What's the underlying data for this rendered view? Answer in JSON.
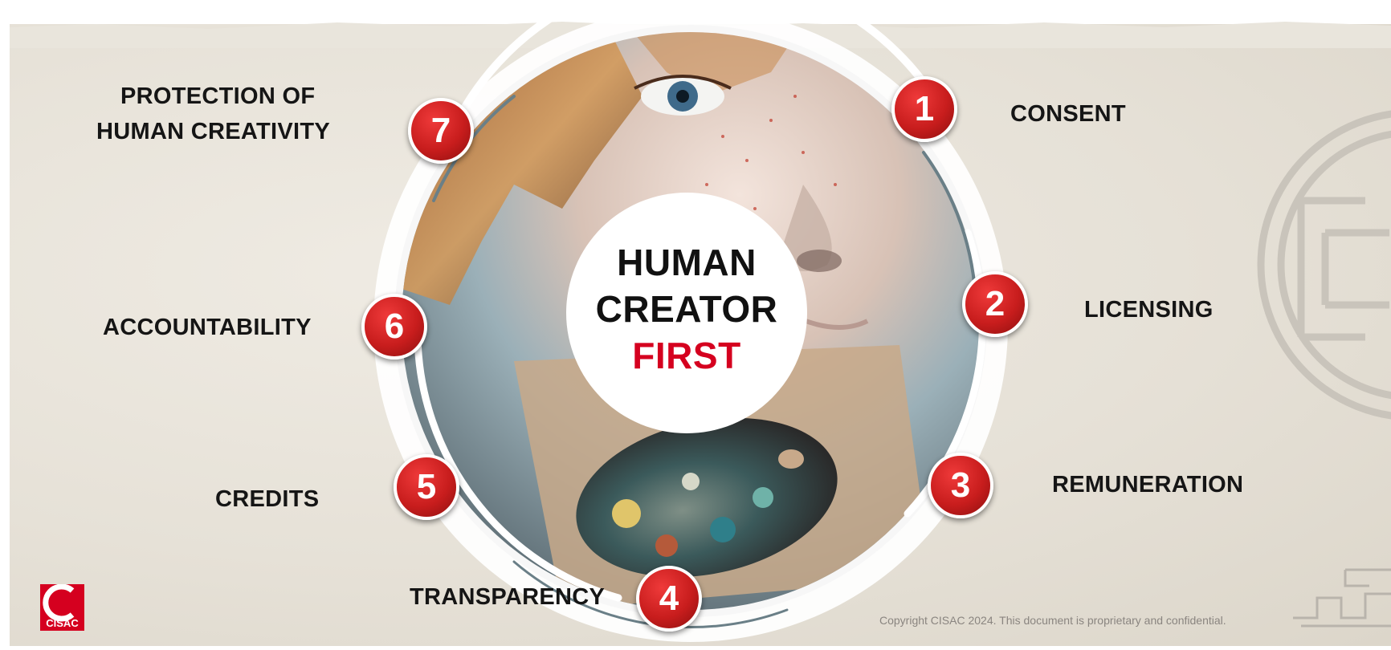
{
  "center": {
    "line1": "HUMAN",
    "line2": "CREATOR",
    "line3": "FIRST"
  },
  "principles": [
    {
      "number": "1",
      "label": "CONSENT"
    },
    {
      "number": "2",
      "label": "LICENSING"
    },
    {
      "number": "3",
      "label": "REMUNERATION"
    },
    {
      "number": "4",
      "label": "TRANSPARENCY"
    },
    {
      "number": "5",
      "label": "CREDITS"
    },
    {
      "number": "6",
      "label": "ACCOUNTABILITY"
    },
    {
      "number": "7",
      "label_line1": "PROTECTION OF",
      "label_line2": "HUMAN CREATIVITY"
    }
  ],
  "logo": {
    "text": "CISAC"
  },
  "footer": {
    "copyright": "Copyright CISAC 2024. This document is proprietary and confidential."
  },
  "colors": {
    "accent": "#d5001f",
    "badge": "#c81d1d",
    "paper": "#e6e1d7",
    "text": "#151515"
  },
  "icons": [
    "cisac-logo-icon",
    "decorative-knot-icon",
    "decorative-meander-icon"
  ]
}
